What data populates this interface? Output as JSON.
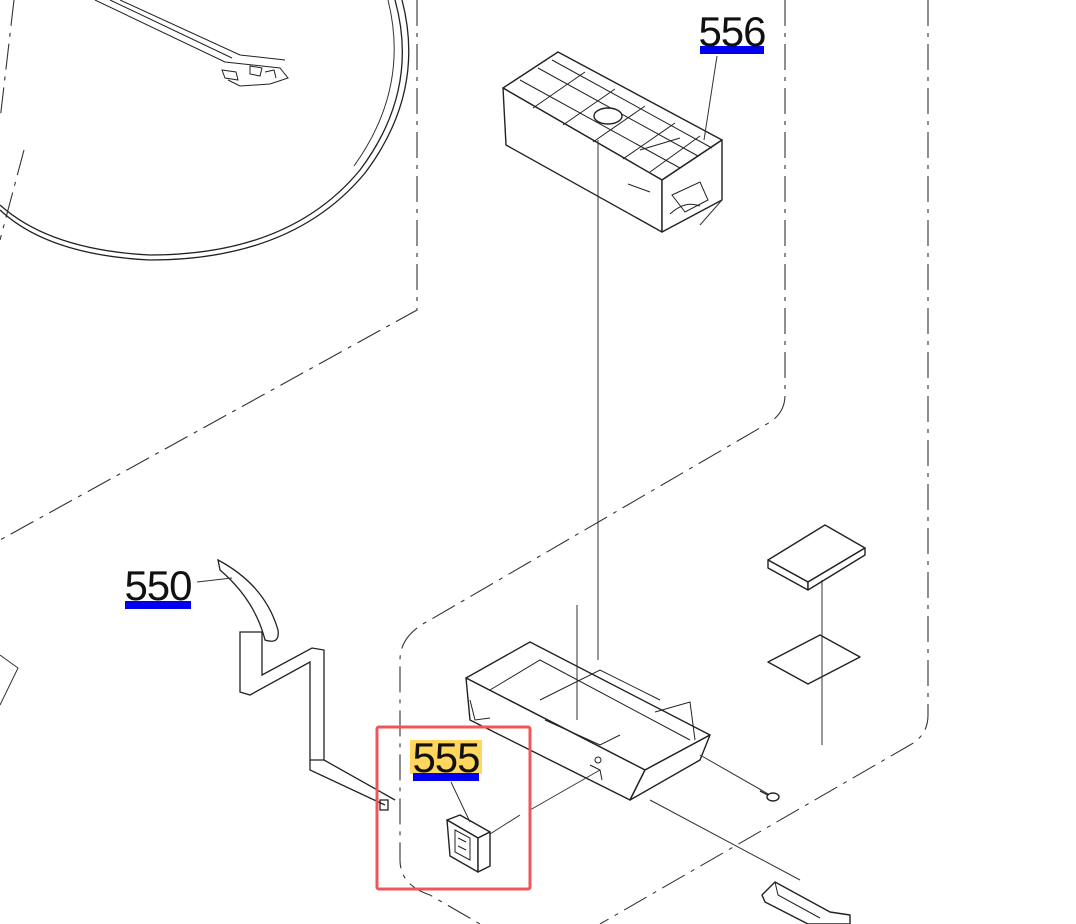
{
  "callouts": [
    {
      "id": "556",
      "label": "556",
      "underline_color": "#0000ee",
      "highlighted": false
    },
    {
      "id": "550",
      "label": "550",
      "underline_color": "#0000ee",
      "highlighted": false
    },
    {
      "id": "555",
      "label": "555",
      "underline_color": "#0000ee",
      "highlighted": true,
      "highlight_color": "#ffd75e"
    }
  ],
  "selection": {
    "target": "555",
    "box_color": "#f0555a"
  }
}
